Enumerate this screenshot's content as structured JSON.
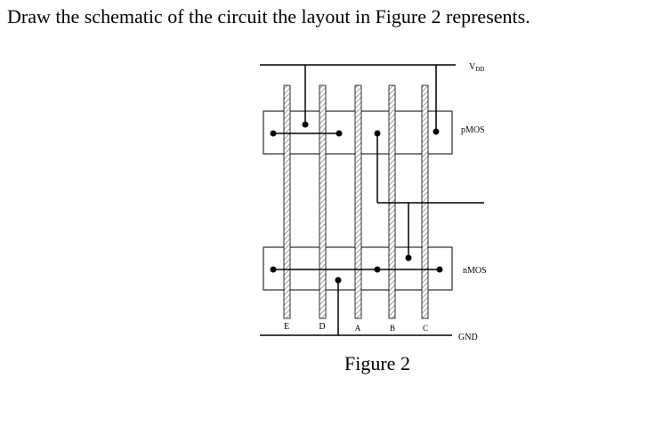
{
  "question": "Draw the schematic of the circuit the layout in Figure 2 represents.",
  "caption": "Figure 2",
  "labels": {
    "vdd_main": "V",
    "vdd_sub": "DD",
    "pmos": "pMOS",
    "nmos": "nMOS",
    "gnd": "GND"
  },
  "gate_labels": [
    "E",
    "D",
    "A",
    "B",
    "C"
  ]
}
